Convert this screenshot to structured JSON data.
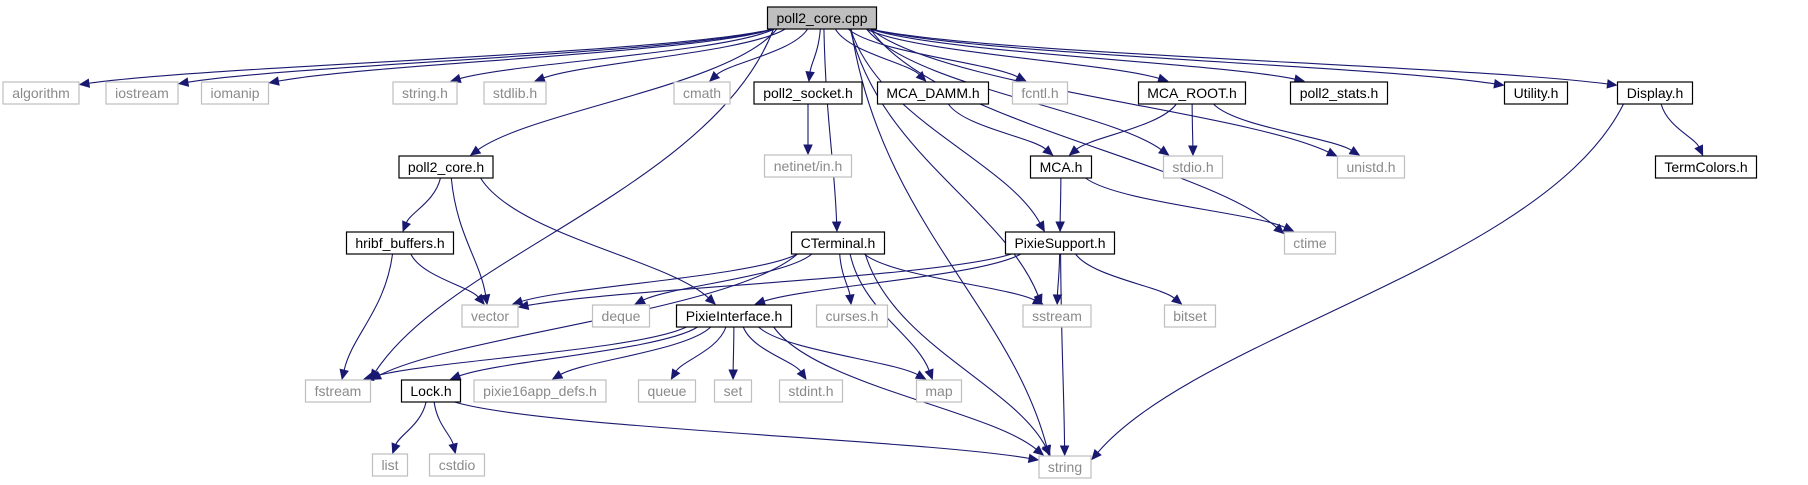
{
  "diagram": {
    "root": "poll2_core.cpp",
    "colors": {
      "edge": "#191970",
      "root_fill": "#bfbfbf",
      "local_border": "#000000",
      "system_border": "#bfbfbf",
      "system_text": "#8a8a8a"
    },
    "nodes": [
      {
        "id": "root",
        "label": "poll2_core.cpp",
        "kind": "root"
      },
      {
        "id": "algorithm",
        "label": "algorithm",
        "kind": "system"
      },
      {
        "id": "iostream",
        "label": "iostream",
        "kind": "system"
      },
      {
        "id": "iomanip",
        "label": "iomanip",
        "kind": "system"
      },
      {
        "id": "string_h",
        "label": "string.h",
        "kind": "system"
      },
      {
        "id": "stdlib_h",
        "label": "stdlib.h",
        "kind": "system"
      },
      {
        "id": "cmath",
        "label": "cmath",
        "kind": "system"
      },
      {
        "id": "poll2_socket_h",
        "label": "poll2_socket.h",
        "kind": "local"
      },
      {
        "id": "mca_damm_h",
        "label": "MCA_DAMM.h",
        "kind": "local"
      },
      {
        "id": "fcntl_h",
        "label": "fcntl.h",
        "kind": "system"
      },
      {
        "id": "mca_root_h",
        "label": "MCA_ROOT.h",
        "kind": "local"
      },
      {
        "id": "poll2_stats_h",
        "label": "poll2_stats.h",
        "kind": "local"
      },
      {
        "id": "utility_h",
        "label": "Utility.h",
        "kind": "local"
      },
      {
        "id": "display_h",
        "label": "Display.h",
        "kind": "local"
      },
      {
        "id": "netinet_in_h",
        "label": "netinet/in.h",
        "kind": "system"
      },
      {
        "id": "poll2_core_h",
        "label": "poll2_core.h",
        "kind": "local"
      },
      {
        "id": "mca_h",
        "label": "MCA.h",
        "kind": "local"
      },
      {
        "id": "stdio_h",
        "label": "stdio.h",
        "kind": "system"
      },
      {
        "id": "unistd_h",
        "label": "unistd.h",
        "kind": "system"
      },
      {
        "id": "termcolors_h",
        "label": "TermColors.h",
        "kind": "local"
      },
      {
        "id": "hribf_buffers_h",
        "label": "hribf_buffers.h",
        "kind": "local"
      },
      {
        "id": "cterminal_h",
        "label": "CTerminal.h",
        "kind": "local"
      },
      {
        "id": "pixiesupport_h",
        "label": "PixieSupport.h",
        "kind": "local"
      },
      {
        "id": "ctime",
        "label": "ctime",
        "kind": "system"
      },
      {
        "id": "vector",
        "label": "vector",
        "kind": "system"
      },
      {
        "id": "deque",
        "label": "deque",
        "kind": "system"
      },
      {
        "id": "pixieinterface_h",
        "label": "PixieInterface.h",
        "kind": "local"
      },
      {
        "id": "curses_h",
        "label": "curses.h",
        "kind": "system"
      },
      {
        "id": "sstream",
        "label": "sstream",
        "kind": "system"
      },
      {
        "id": "bitset",
        "label": "bitset",
        "kind": "system"
      },
      {
        "id": "fstream",
        "label": "fstream",
        "kind": "system"
      },
      {
        "id": "lock_h",
        "label": "Lock.h",
        "kind": "local"
      },
      {
        "id": "pixie16app_defs_h",
        "label": "pixie16app_defs.h",
        "kind": "system"
      },
      {
        "id": "queue",
        "label": "queue",
        "kind": "system"
      },
      {
        "id": "set",
        "label": "set",
        "kind": "system"
      },
      {
        "id": "stdint_h",
        "label": "stdint.h",
        "kind": "system"
      },
      {
        "id": "map",
        "label": "map",
        "kind": "system"
      },
      {
        "id": "list",
        "label": "list",
        "kind": "system"
      },
      {
        "id": "cstdio",
        "label": "cstdio",
        "kind": "system"
      },
      {
        "id": "string",
        "label": "string",
        "kind": "system"
      }
    ],
    "edges": [
      [
        "root",
        "algorithm"
      ],
      [
        "root",
        "iostream"
      ],
      [
        "root",
        "iomanip"
      ],
      [
        "root",
        "string_h"
      ],
      [
        "root",
        "stdlib_h"
      ],
      [
        "root",
        "cmath"
      ],
      [
        "root",
        "poll2_socket_h"
      ],
      [
        "root",
        "mca_damm_h"
      ],
      [
        "root",
        "fcntl_h"
      ],
      [
        "root",
        "mca_root_h"
      ],
      [
        "root",
        "poll2_stats_h"
      ],
      [
        "root",
        "utility_h"
      ],
      [
        "root",
        "display_h"
      ],
      [
        "root",
        "poll2_core_h"
      ],
      [
        "root",
        "cterminal_h"
      ],
      [
        "root",
        "pixiesupport_h"
      ],
      [
        "root",
        "fstream"
      ],
      [
        "root",
        "stdio_h"
      ],
      [
        "root",
        "unistd_h"
      ],
      [
        "root",
        "ctime"
      ],
      [
        "root",
        "sstream"
      ],
      [
        "root",
        "string"
      ],
      [
        "poll2_socket_h",
        "netinet_in_h"
      ],
      [
        "mca_damm_h",
        "mca_h"
      ],
      [
        "mca_root_h",
        "mca_h"
      ],
      [
        "mca_root_h",
        "stdio_h"
      ],
      [
        "mca_root_h",
        "unistd_h"
      ],
      [
        "display_h",
        "termcolors_h"
      ],
      [
        "display_h",
        "string"
      ],
      [
        "poll2_core_h",
        "hribf_buffers_h"
      ],
      [
        "poll2_core_h",
        "vector"
      ],
      [
        "poll2_core_h",
        "pixieinterface_h"
      ],
      [
        "mca_h",
        "pixiesupport_h"
      ],
      [
        "mca_h",
        "ctime"
      ],
      [
        "hribf_buffers_h",
        "vector"
      ],
      [
        "hribf_buffers_h",
        "fstream"
      ],
      [
        "cterminal_h",
        "vector"
      ],
      [
        "cterminal_h",
        "deque"
      ],
      [
        "cterminal_h",
        "curses_h"
      ],
      [
        "cterminal_h",
        "sstream"
      ],
      [
        "cterminal_h",
        "fstream"
      ],
      [
        "cterminal_h",
        "map"
      ],
      [
        "cterminal_h",
        "string"
      ],
      [
        "pixiesupport_h",
        "vector"
      ],
      [
        "pixiesupport_h",
        "pixieinterface_h"
      ],
      [
        "pixiesupport_h",
        "sstream"
      ],
      [
        "pixiesupport_h",
        "bitset"
      ],
      [
        "pixiesupport_h",
        "string"
      ],
      [
        "pixieinterface_h",
        "fstream"
      ],
      [
        "pixieinterface_h",
        "lock_h"
      ],
      [
        "pixieinterface_h",
        "pixie16app_defs_h"
      ],
      [
        "pixieinterface_h",
        "queue"
      ],
      [
        "pixieinterface_h",
        "set"
      ],
      [
        "pixieinterface_h",
        "stdint_h"
      ],
      [
        "pixieinterface_h",
        "map"
      ],
      [
        "pixieinterface_h",
        "string"
      ],
      [
        "lock_h",
        "list"
      ],
      [
        "lock_h",
        "cstdio"
      ],
      [
        "lock_h",
        "string"
      ]
    ]
  }
}
